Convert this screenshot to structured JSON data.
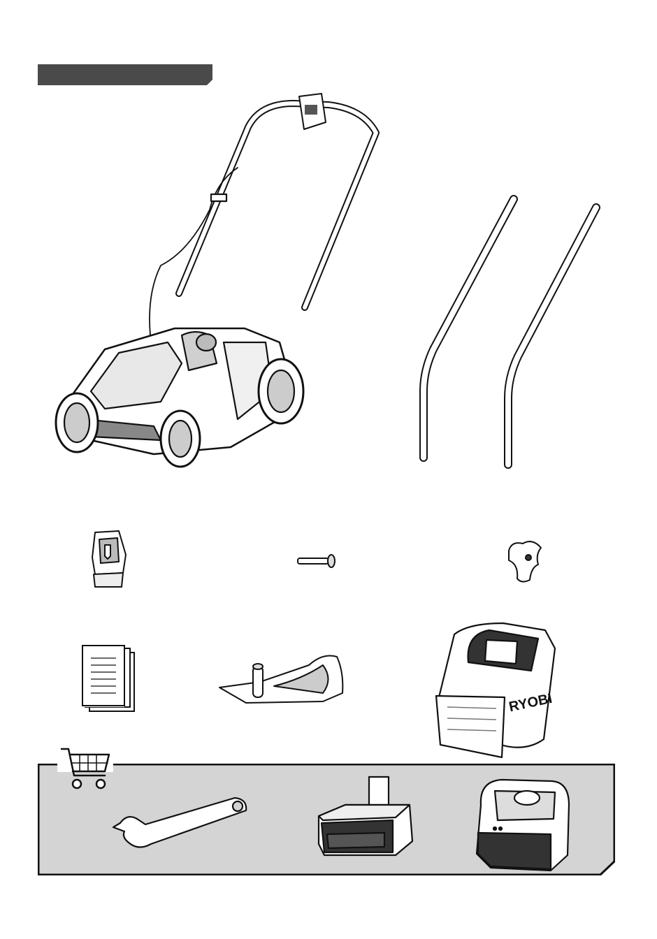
{
  "section_banner": {
    "title": "",
    "color": "#4a4a4a"
  },
  "parts": [
    {
      "id": "lawn-mower",
      "icon": "lawn-mower-with-handle-icon"
    },
    {
      "id": "lower-handle-left",
      "icon": "lower-handle-tube-icon"
    },
    {
      "id": "lower-handle-right",
      "icon": "lower-handle-tube-icon"
    },
    {
      "id": "safety-key",
      "icon": "safety-key-icon"
    },
    {
      "id": "pin",
      "icon": "pin-icon"
    },
    {
      "id": "knob",
      "icon": "knob-icon"
    },
    {
      "id": "manual",
      "icon": "manual-document-icon"
    },
    {
      "id": "mulching-plug",
      "icon": "mulching-plug-icon"
    },
    {
      "id": "grass-bag",
      "icon": "grass-bag-icon",
      "brand_text": "RYOBI"
    }
  ],
  "purchase_panel": {
    "icon": "shopping-cart-icon",
    "background": "#d4d4d4",
    "items": [
      {
        "id": "wrench",
        "icon": "wrench-icon"
      },
      {
        "id": "battery",
        "icon": "battery-pack-icon"
      },
      {
        "id": "charger",
        "icon": "battery-charger-icon"
      }
    ]
  }
}
